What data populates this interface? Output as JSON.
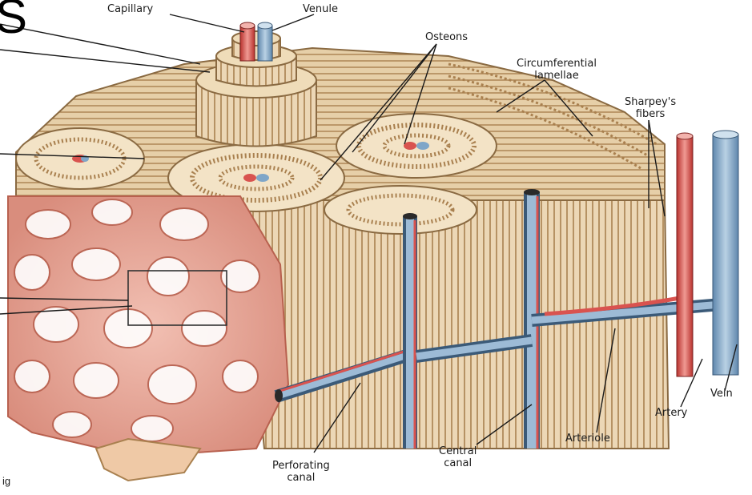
{
  "labels": {
    "capillary": "Capillary",
    "venule": "Venule",
    "osteons": "Osteons",
    "circumferential_lamellae": [
      "Circumferential",
      "lamellae"
    ],
    "sharpeys_fibers": [
      "Sharpey's",
      "fibers"
    ],
    "vein": "Vein",
    "artery": "Artery",
    "arteriole": "Arteriole",
    "central_canal": [
      "Central",
      "canal"
    ],
    "perforating_canal": [
      "Perforating",
      "canal"
    ]
  },
  "corner_text": {
    "top_left": "S",
    "bottom_left": "ig"
  },
  "colors": {
    "bone_light": "#ecd7b6",
    "bone_mid": "#d9b98c",
    "bone_dark": "#a9804f",
    "spongy": "#e9a99c",
    "spongy_dark": "#b8614f",
    "artery": "#d9534f",
    "vein": "#7fa6c8",
    "marrow_space": "#ffffff"
  }
}
